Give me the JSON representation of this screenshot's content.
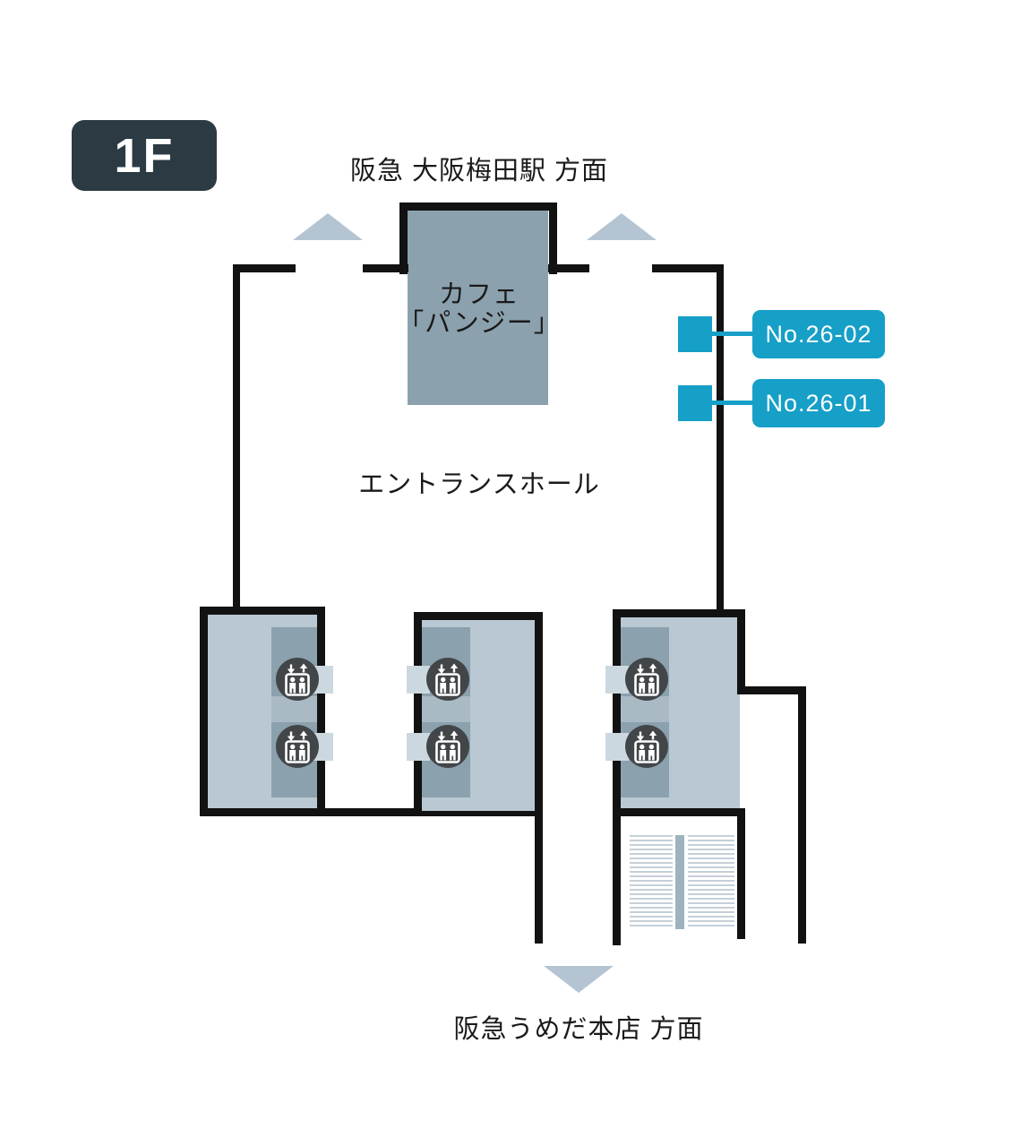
{
  "floor_badge": {
    "label": "1F"
  },
  "directions": {
    "top": "阪急 大阪梅田駅 方面",
    "bottom": "阪急うめだ本店 方面"
  },
  "rooms": {
    "cafe": {
      "line1": "カフェ",
      "line2": "「パンジー」"
    },
    "hall": "エントランスホール"
  },
  "signage": [
    {
      "id": "26-02",
      "label": "No.26-02"
    },
    {
      "id": "26-01",
      "label": "No.26-01"
    }
  ],
  "icons": {
    "elevator": "elevator-icon",
    "up_arrow": "up-arrow-icon",
    "down_arrow": "down-arrow-icon"
  },
  "colors": {
    "wall": "#121212",
    "badge-bg": "#2c3a43",
    "accent-teal": "#169fc7",
    "room-fill": "#8ba1ad",
    "bank-fill": "#b9c8d2",
    "bank-mid": "#a9bac5",
    "notch": "#ccd8df",
    "elevator-circle": "#424649",
    "arrow": "#b5c4d2",
    "stair-line": "#c5d0d8",
    "stair-divider": "#9eb3be",
    "text": "#1a1a1a"
  }
}
